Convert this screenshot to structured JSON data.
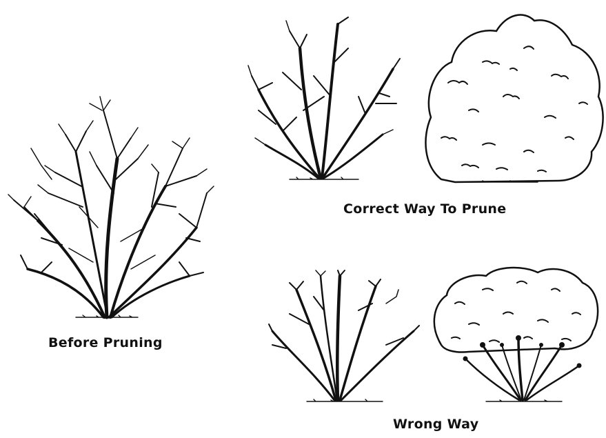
{
  "captions": {
    "before": "Before Pruning",
    "correct": "Correct Way To Prune",
    "wrong": "Wrong Way"
  },
  "colors": {
    "ink": "#111111",
    "background": "#ffffff"
  }
}
